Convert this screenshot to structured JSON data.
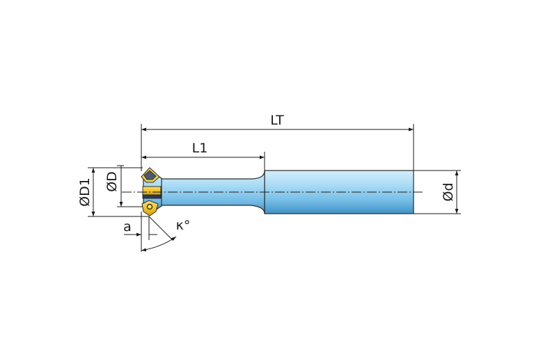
{
  "labels": {
    "LT": "LT",
    "L1": "L1",
    "D1": "ØD1",
    "D": "ØD",
    "d": "Ød",
    "a": "a",
    "kappa": "κ°"
  },
  "colors": {
    "body_light": "#bfe4f7",
    "body_mid": "#7cc4ea",
    "body_dark": "#3d94c8",
    "insert_gold": "#f2c21a",
    "insert_dark": "#3a3a2a",
    "line": "#1a1a1a"
  }
}
